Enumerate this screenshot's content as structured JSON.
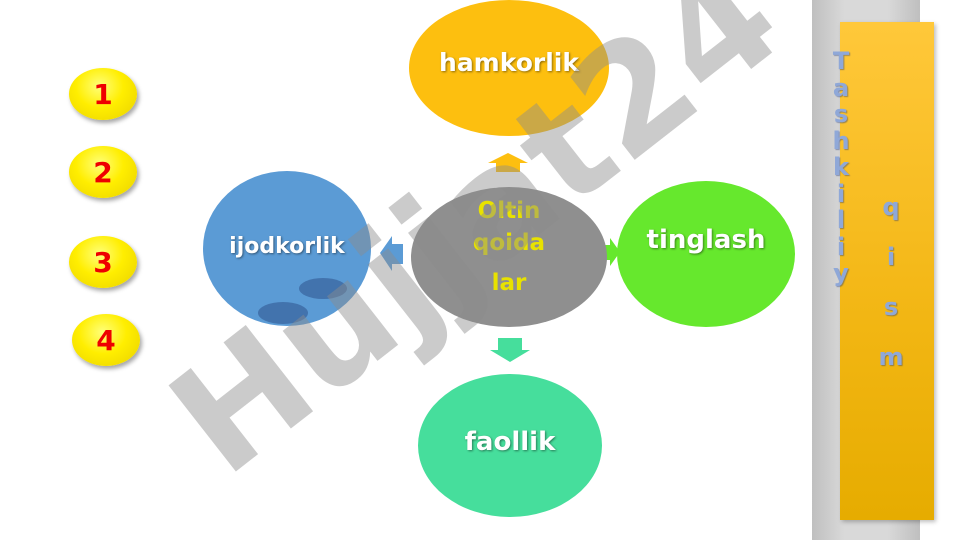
{
  "numbers": [
    "1",
    "2",
    "3",
    "4"
  ],
  "center": {
    "lines": [
      "Oltin",
      "qoida",
      "lar"
    ]
  },
  "nodes": {
    "top": "hamkorlik",
    "right": "tinglash",
    "left": "ijodkorlik",
    "bottom": "faollik"
  },
  "side_banner": {
    "word1": [
      "T",
      "a",
      "s",
      "h",
      "k",
      "i",
      "l",
      "i",
      "y"
    ],
    "word2": [
      "q",
      "i",
      "s",
      "m"
    ]
  },
  "watermark": {
    "text": "Hujjat24"
  },
  "colors": {
    "top": "#fdbf0f",
    "right": "#66e82d",
    "left": "#5b9bd5",
    "bottom": "#46de9c",
    "center": "#8f8f8f",
    "badge": "#ffee00",
    "badge_text": "#ee0000",
    "banner": "#f2b613"
  }
}
